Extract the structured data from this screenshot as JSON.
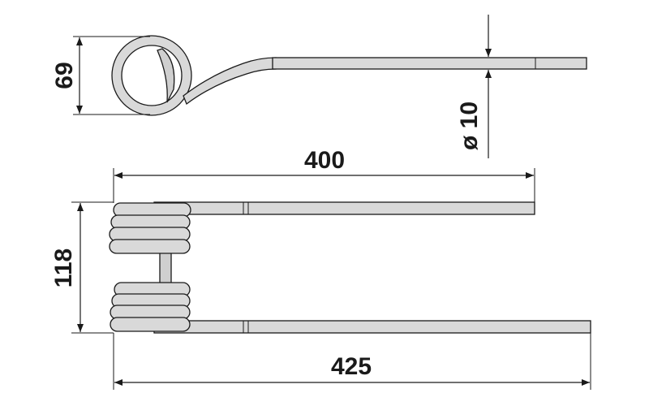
{
  "dimensions": {
    "coil_height": "69",
    "wire_diameter": "ø 10",
    "inner_length": "400",
    "coil_span": "118",
    "overall_length": "425"
  },
  "colors": {
    "line": "#1a1a1a",
    "wire_fill": "#d9d9d9",
    "background": "#ffffff"
  }
}
